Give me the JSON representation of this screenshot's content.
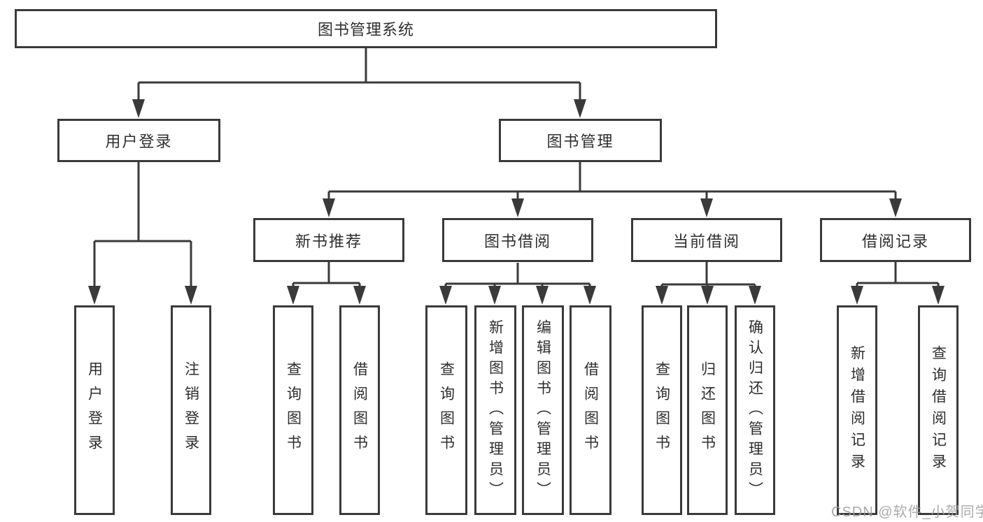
{
  "diagram_title": "图书管理系统",
  "colors": {
    "background": "#ffffff",
    "line": "#3a3a3a",
    "box_border": "#3a3a3a",
    "text": "#2e2e2e",
    "watermark": "#9e9e9e"
  },
  "nodes": {
    "root": "图书管理系统",
    "l1": [
      "用户登录",
      "图书管理"
    ],
    "l2": [
      "新书推荐",
      "图书借阅",
      "当前借阅",
      "借阅记录"
    ],
    "login_children": [
      "用户登录",
      "注销登录"
    ],
    "recommend_children": [
      "查询图书",
      "借阅图书"
    ],
    "borrow_children": [
      "查询图书",
      "新增图书（管理员）",
      "编辑图书（管理员）",
      "借阅图书"
    ],
    "current_children": [
      "查询图书",
      "归还图书",
      "确认归还（管理员）"
    ],
    "record_children": [
      "新增借阅记录",
      "查询借阅记录"
    ]
  },
  "hierarchy": {
    "图书管理系统": [
      "用户登录",
      "图书管理"
    ],
    "用户登录": [
      "用户登录",
      "注销登录"
    ],
    "图书管理": [
      "新书推荐",
      "图书借阅",
      "当前借阅",
      "借阅记录"
    ],
    "新书推荐": [
      "查询图书",
      "借阅图书"
    ],
    "图书借阅": [
      "查询图书",
      "新增图书（管理员）",
      "编辑图书（管理员）",
      "借阅图书"
    ],
    "当前借阅": [
      "查询图书",
      "归还图书",
      "确认归还（管理员）"
    ],
    "借阅记录": [
      "新增借阅记录",
      "查询借阅记录"
    ]
  },
  "watermark": "CSDN @软件_小贺同学"
}
